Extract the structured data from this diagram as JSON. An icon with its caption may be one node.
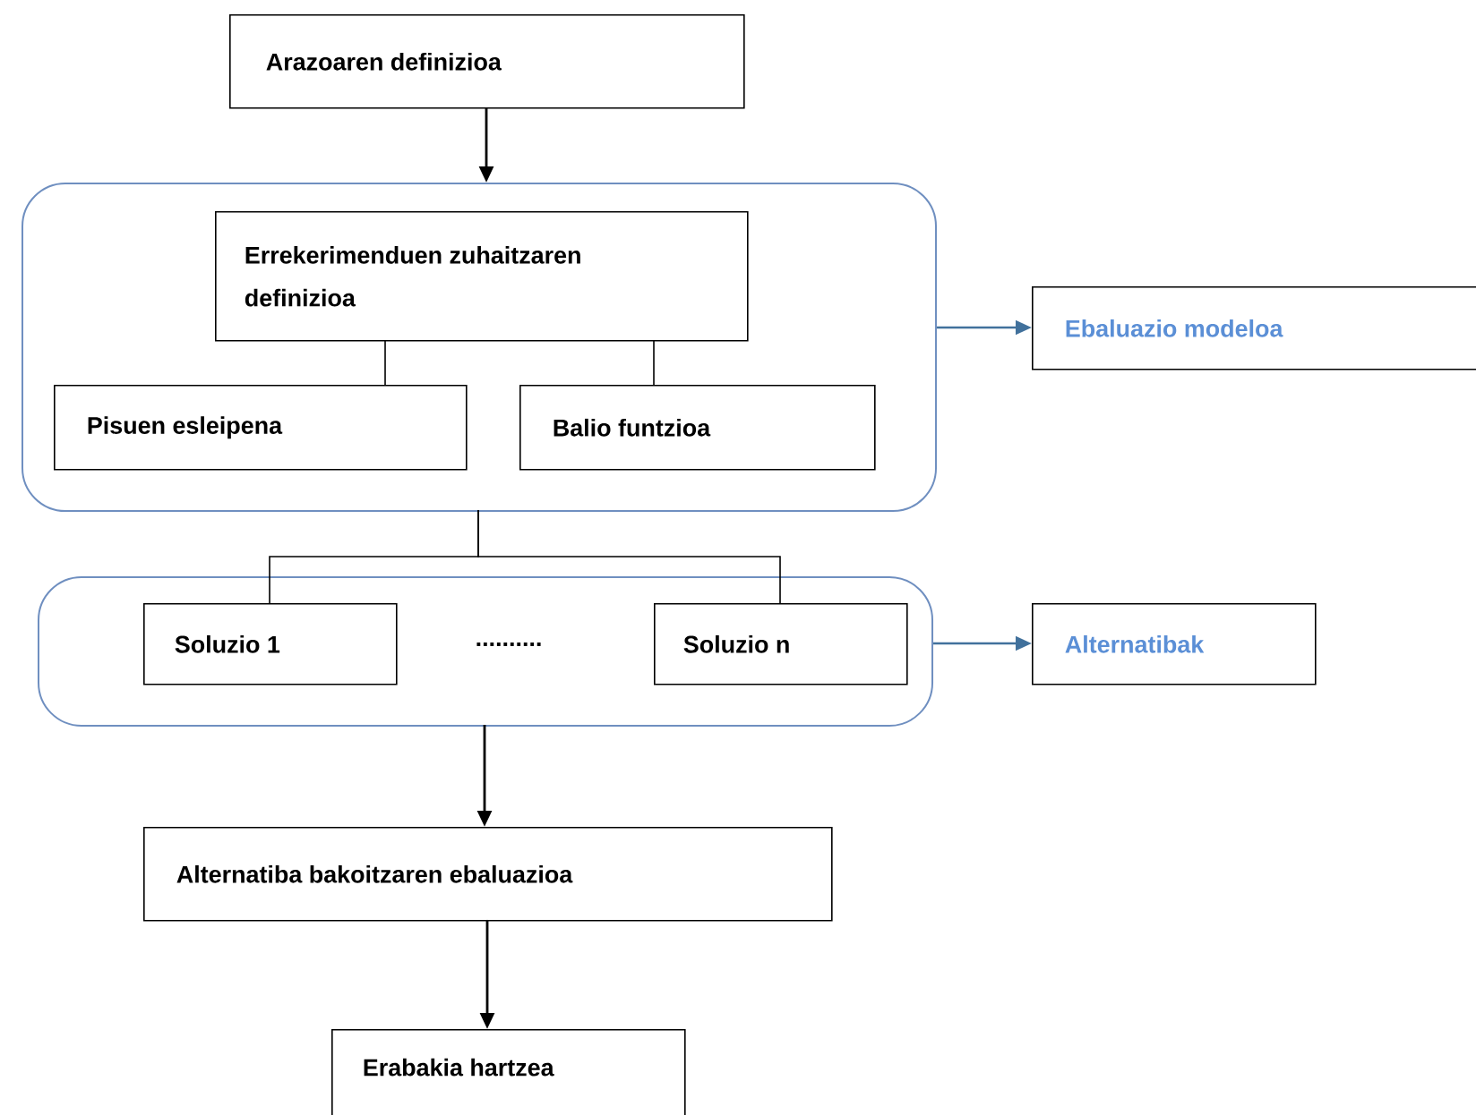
{
  "diagram": {
    "nodes": [
      {
        "text": [
          "Arazoaren definizioa"
        ]
      },
      {
        "text": [],
        "shape": "box"
      },
      {
        "text": [
          "Errekerimenduen zuhaitzaren definizioa"
        ],
        "in": 1
      },
      {
        "text": [
          "Pisuen esleipena"
        ],
        "in": 1
      },
      {
        "text": [
          "Balio funtzioa"
        ],
        "in": 1
      },
      {
        "text": [
          "Ebaluazio modeloa"
        ]
      },
      {
        "text": [],
        "shape": "box"
      },
      {
        "text": [
          "Soluzio 1"
        ],
        "in": 6
      },
      {
        "text": [
          "Soluzio n"
        ],
        "in": 6
      },
      {
        "text": [
          "Alternatibak"
        ]
      },
      {
        "text": [
          "Alternatiba bakoitzaren ebaluazioa"
        ]
      },
      {
        "text": [
          "Erabakia hartzea"
        ]
      }
    ],
    "edges": [
      {
        "from": 0,
        "to": 1,
        "arrow": "to"
      },
      {
        "from": 2,
        "to": 3,
        "arrow": "none"
      },
      {
        "from": 2,
        "to": 4,
        "arrow": "none"
      },
      {
        "from": 1,
        "to": 5,
        "arrow": "to",
        "color": "#41719c"
      },
      {
        "from": 1,
        "to": 7,
        "arrow": "none"
      },
      {
        "from": 1,
        "to": 8,
        "arrow": "none"
      },
      {
        "from": 6,
        "to": 9,
        "arrow": "to",
        "color": "#41719c"
      },
      {
        "from": 6,
        "to": 10,
        "arrow": "to"
      },
      {
        "from": 10,
        "to": 11,
        "arrow": "to"
      }
    ],
    "labels": [
      ".........."
    ]
  }
}
